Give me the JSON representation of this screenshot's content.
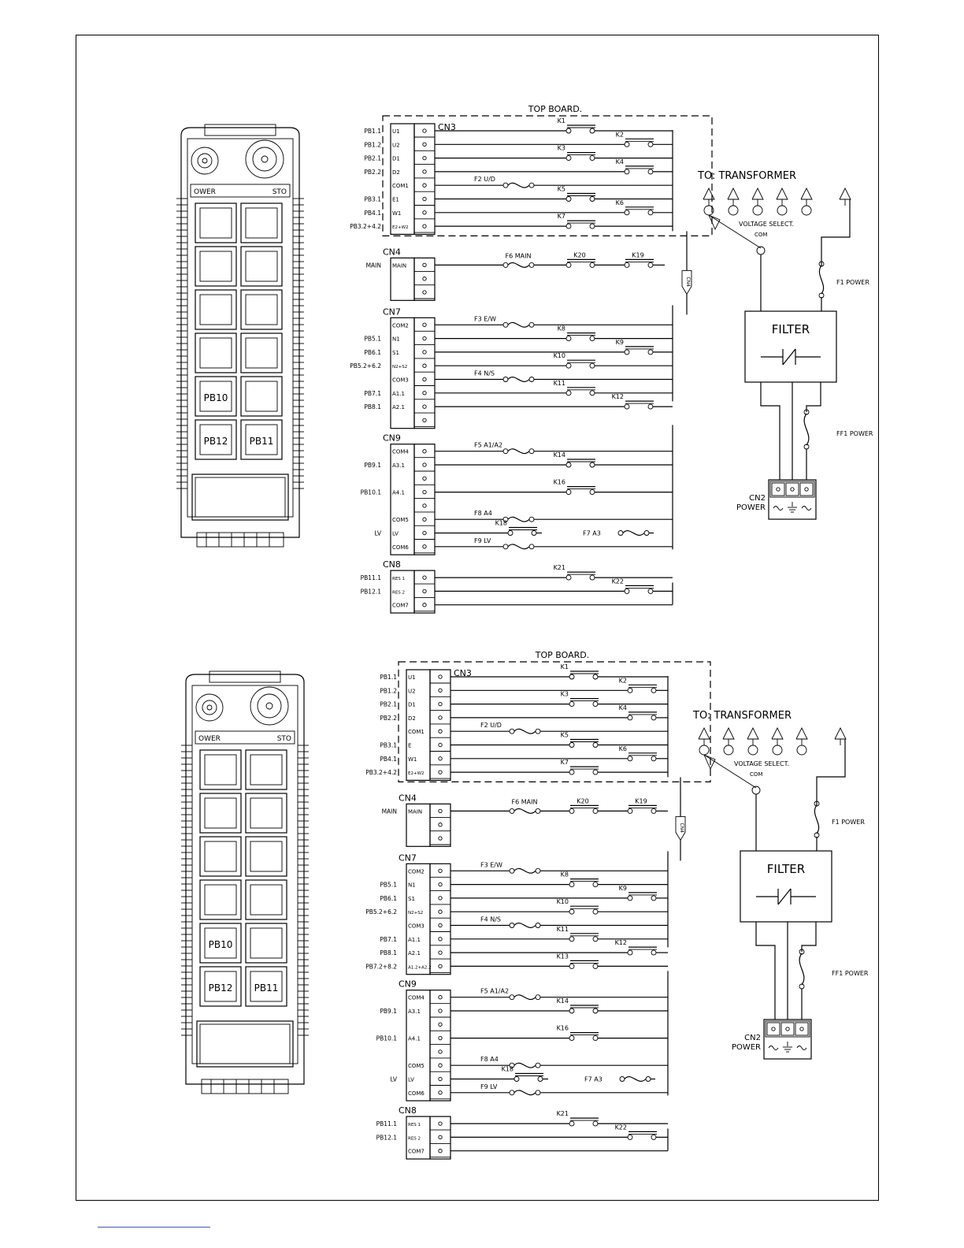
{
  "diagrams": [
    {
      "top_board": "TOP BOARD.",
      "transformer": "TO: TRANSFORMER",
      "voltage_select": "VOLTAGE SELECT.",
      "com": "COM",
      "filter": "FILTER",
      "fuse_f1": "F1 POWER",
      "fuse_ff1": "FF1 POWER",
      "cn2": "CN2",
      "power": "POWER",
      "pendant": {
        "power": "OWER",
        "stop": "STO",
        "pb10": "PB10",
        "pb12": "PB12",
        "pb11": "PB11"
      },
      "blocks": [
        {
          "name": "CN3",
          "pins": [
            {
              "ext": "PB1.1",
              "pin": "U1",
              "fuse": "",
              "relay": "K1",
              "col": 1
            },
            {
              "ext": "PB1.2",
              "pin": "U2",
              "fuse": "",
              "relay": "K2",
              "col": 2
            },
            {
              "ext": "PB2.1",
              "pin": "D1",
              "fuse": "",
              "relay": "K3",
              "col": 1
            },
            {
              "ext": "PB2.2",
              "pin": "D2",
              "fuse": "",
              "relay": "K4",
              "col": 2
            },
            {
              "ext": "",
              "pin": "COM1",
              "fuse": "F2 U/D",
              "relay": "",
              "col": 0
            },
            {
              "ext": "PB3.1",
              "pin": "E1",
              "fuse": "",
              "relay": "K5",
              "col": 1
            },
            {
              "ext": "PB4.1",
              "pin": "W1",
              "fuse": "",
              "relay": "K6",
              "col": 2
            },
            {
              "ext": "PB3.2+4.2",
              "pin": "E2+W2",
              "fuse": "",
              "relay": "K7",
              "col": 1
            }
          ]
        },
        {
          "name": "CN4",
          "pins": [
            {
              "ext": "MAIN",
              "pin": "MAIN",
              "fuse": "F6 MAIN",
              "relay": "K20",
              "relay2": "K19",
              "col": 3
            },
            {
              "ext": "",
              "pin": "",
              "fuse": "",
              "relay": "",
              "col": 0
            },
            {
              "ext": "",
              "pin": "",
              "fuse": "",
              "relay": "",
              "col": 0
            }
          ]
        },
        {
          "name": "CN7",
          "pins": [
            {
              "ext": "",
              "pin": "COM2",
              "fuse": "F3 E/W",
              "relay": "",
              "col": 0
            },
            {
              "ext": "PB5.1",
              "pin": "N1",
              "fuse": "",
              "relay": "K8",
              "col": 1
            },
            {
              "ext": "PB6.1",
              "pin": "S1",
              "fuse": "",
              "relay": "K9",
              "col": 2
            },
            {
              "ext": "PB5.2+6.2",
              "pin": "N2+S2",
              "fuse": "",
              "relay": "K10",
              "col": 1
            },
            {
              "ext": "",
              "pin": "COM3",
              "fuse": "F4 N/S",
              "relay": "",
              "col": 0
            },
            {
              "ext": "PB7.1",
              "pin": "A1.1",
              "fuse": "",
              "relay": "K11",
              "col": 1
            },
            {
              "ext": "PB8.1",
              "pin": "A2.1",
              "fuse": "",
              "relay": "K12",
              "col": 2
            },
            {
              "ext": "",
              "pin": "",
              "fuse": "",
              "relay": "",
              "col": 0
            }
          ]
        },
        {
          "name": "CN9",
          "pins": [
            {
              "ext": "",
              "pin": "COM4",
              "fuse": "F5 A1/A2",
              "relay": "",
              "col": 0
            },
            {
              "ext": "PB9.1",
              "pin": "A3.1",
              "fuse": "",
              "relay": "K14",
              "col": 1
            },
            {
              "ext": "",
              "pin": "",
              "fuse": "",
              "relay": "",
              "col": 0
            },
            {
              "ext": "PB10.1",
              "pin": "A4.1",
              "fuse": "",
              "relay": "K16",
              "col": 1
            },
            {
              "ext": "",
              "pin": "",
              "fuse": "",
              "relay": "",
              "col": 0
            },
            {
              "ext": "",
              "pin": "COM5",
              "fuse": "F8 A4",
              "relay": "",
              "col": 0
            },
            {
              "ext": "LV",
              "pin": "LV",
              "fuse": "F7 A3",
              "relay": "K18",
              "col": 0
            },
            {
              "ext": "",
              "pin": "COM6",
              "fuse": "F9 LV",
              "relay": "",
              "col": 0
            }
          ]
        },
        {
          "name": "CN8",
          "pins": [
            {
              "ext": "PB11.1",
              "pin": "RES 1",
              "fuse": "",
              "relay": "K21",
              "col": 1
            },
            {
              "ext": "PB12.1",
              "pin": "RES 2",
              "fuse": "",
              "relay": "K22",
              "col": 2
            },
            {
              "ext": "",
              "pin": "COM7",
              "fuse": "",
              "relay": "",
              "col": 0
            }
          ]
        }
      ]
    },
    {
      "top_board": "TOP BOARD.",
      "transformer": "TO: TRANSFORMER",
      "voltage_select": "VOLTAGE SELECT.",
      "com": "COM",
      "filter": "FILTER",
      "fuse_f1": "F1 POWER",
      "fuse_ff1": "FF1 POWER",
      "cn2": "CN2",
      "power": "POWER",
      "pendant": {
        "power": "OWER",
        "stop": "STO",
        "pb10": "PB10",
        "pb12": "PB12",
        "pb11": "PB11"
      },
      "blocks": [
        {
          "name": "CN3",
          "pins": [
            {
              "ext": "PB1.1",
              "pin": "U1",
              "fuse": "",
              "relay": "K1",
              "col": 1
            },
            {
              "ext": "PB1.2",
              "pin": "U2",
              "fuse": "",
              "relay": "K2",
              "col": 2
            },
            {
              "ext": "PB2.1",
              "pin": "D1",
              "fuse": "",
              "relay": "K3",
              "col": 1
            },
            {
              "ext": "PB2.2",
              "pin": "D2",
              "fuse": "",
              "relay": "K4",
              "col": 2
            },
            {
              "ext": "",
              "pin": "COM1",
              "fuse": "F2 U/D",
              "relay": "",
              "col": 0
            },
            {
              "ext": "PB3.1",
              "pin": "E",
              "fuse": "",
              "relay": "K5",
              "col": 1
            },
            {
              "ext": "PB4.1",
              "pin": "W1",
              "fuse": "",
              "relay": "K6",
              "col": 2
            },
            {
              "ext": "PB3.2+4.2",
              "pin": "E2+W2",
              "fuse": "",
              "relay": "K7",
              "col": 1
            }
          ]
        },
        {
          "name": "CN4",
          "pins": [
            {
              "ext": "MAIN",
              "pin": "MAIN",
              "fuse": "F6 MAIN",
              "relay": "K20",
              "relay2": "K19",
              "col": 3
            },
            {
              "ext": "",
              "pin": "",
              "fuse": "",
              "relay": "",
              "col": 0
            },
            {
              "ext": "",
              "pin": "",
              "fuse": "",
              "relay": "",
              "col": 0
            }
          ]
        },
        {
          "name": "CN7",
          "pins": [
            {
              "ext": "",
              "pin": "COM2",
              "fuse": "F3 E/W",
              "relay": "",
              "col": 0
            },
            {
              "ext": "PB5.1",
              "pin": "N1",
              "fuse": "",
              "relay": "K8",
              "col": 1
            },
            {
              "ext": "PB6.1",
              "pin": "S1",
              "fuse": "",
              "relay": "K9",
              "col": 2
            },
            {
              "ext": "PB5.2+6.2",
              "pin": "N2+S2",
              "fuse": "",
              "relay": "K10",
              "col": 1
            },
            {
              "ext": "",
              "pin": "COM3",
              "fuse": "F4 N/S",
              "relay": "",
              "col": 0
            },
            {
              "ext": "PB7.1",
              "pin": "A1.1",
              "fuse": "",
              "relay": "K11",
              "col": 1
            },
            {
              "ext": "PB8.1",
              "pin": "A2.1",
              "fuse": "",
              "relay": "K12",
              "col": 2
            },
            {
              "ext": "PB7.2+8.2",
              "pin": "A1.2+A2.2",
              "fuse": "",
              "relay": "K13",
              "col": 1
            }
          ]
        },
        {
          "name": "CN9",
          "pins": [
            {
              "ext": "",
              "pin": "COM4",
              "fuse": "F5 A1/A2",
              "relay": "",
              "col": 0
            },
            {
              "ext": "PB9.1",
              "pin": "A3.1",
              "fuse": "",
              "relay": "K14",
              "col": 1
            },
            {
              "ext": "",
              "pin": "",
              "fuse": "",
              "relay": "",
              "col": 0
            },
            {
              "ext": "PB10.1",
              "pin": "A4.1",
              "fuse": "",
              "relay": "K16",
              "col": 1
            },
            {
              "ext": "",
              "pin": "",
              "fuse": "",
              "relay": "",
              "col": 0
            },
            {
              "ext": "",
              "pin": "COM5",
              "fuse": "F8 A4",
              "relay": "",
              "col": 0
            },
            {
              "ext": "LV",
              "pin": "LV",
              "fuse": "F7 A3",
              "relay": "K18",
              "col": 0
            },
            {
              "ext": "",
              "pin": "COM6",
              "fuse": "F9 LV",
              "relay": "",
              "col": 0
            }
          ]
        },
        {
          "name": "CN8",
          "pins": [
            {
              "ext": "PB11.1",
              "pin": "RES 1",
              "fuse": "",
              "relay": "K21",
              "col": 1
            },
            {
              "ext": "PB12.1",
              "pin": "RES 2",
              "fuse": "",
              "relay": "K22",
              "col": 2
            },
            {
              "ext": "",
              "pin": "COM7",
              "fuse": "",
              "relay": "",
              "col": 0
            }
          ]
        }
      ]
    }
  ]
}
